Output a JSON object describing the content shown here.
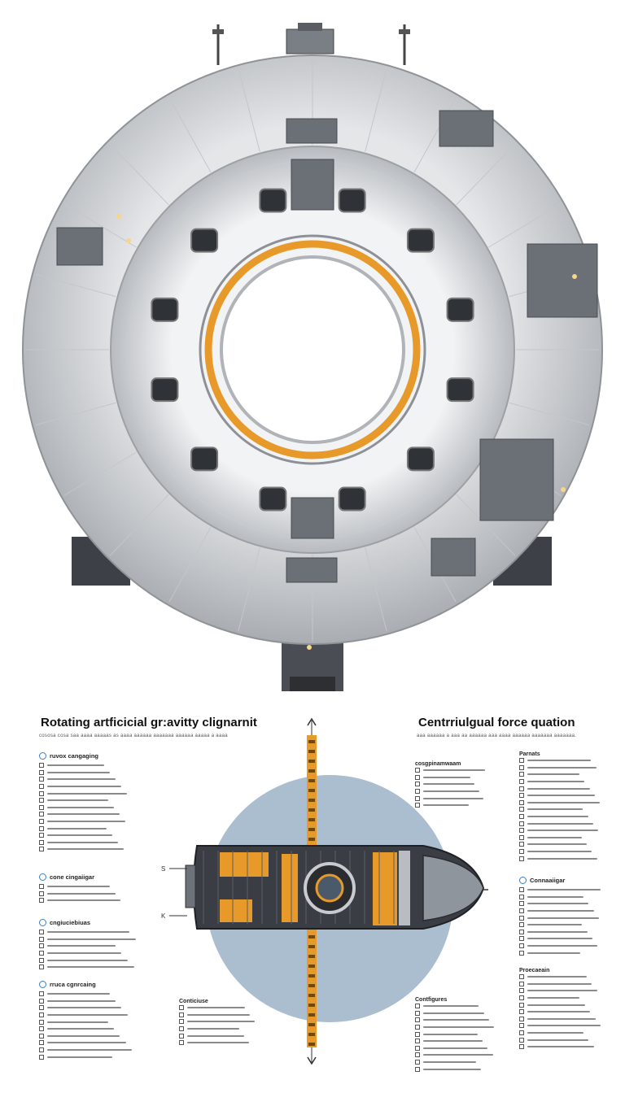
{
  "station": {
    "name": "rotating-ring-station"
  },
  "left_panel": {
    "title": "Rotating artficicial gr:avitty clignarnit",
    "subtitle": "cososa cosa saa aaaa aaaaas as aaaa aaaaaa aaaaaaa aaaaaa aaaaa a aaaa",
    "sections": [
      {
        "label": "ruvox cangaging",
        "badge": true
      },
      {
        "label": "cone cingaiigar",
        "badge": true
      },
      {
        "label": "cngiuciebiuas",
        "badge": true
      },
      {
        "label": "rruca cgnrcaing",
        "badge": true
      }
    ]
  },
  "right_panel": {
    "title": "Centrriulgual  force quation",
    "subtitle": "aaa aaaaaa a aaa aa aaaaaa aaa aaaa aaaaaa aaaaaaa aaaaaaa.",
    "labels": {
      "center_top": "cosgpinamwaam",
      "parnats": "Parnats",
      "cone": "Connaaiigar",
      "prosecuta": "Proecaeain",
      "configure": "Contfigures",
      "coniciuse": "Conticiuse"
    }
  },
  "diagram": {
    "label_s": "S",
    "label_k": "K",
    "colors": {
      "accent": "#e79a2a",
      "circle": "#8da8bf",
      "hull": "#3a3d44"
    }
  }
}
